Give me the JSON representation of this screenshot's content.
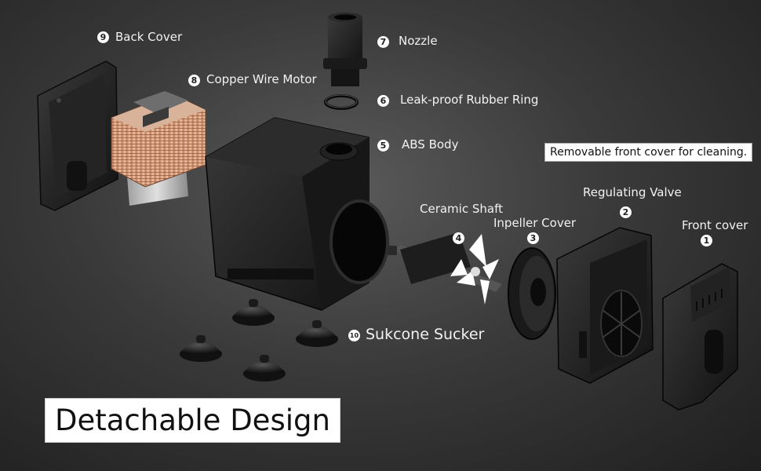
{
  "parts": {
    "p1": {
      "num": "1",
      "label": "Front cover"
    },
    "p2": {
      "num": "2",
      "label": "Regulating Valve"
    },
    "p3": {
      "num": "3",
      "label": "Inpeller Cover"
    },
    "p4": {
      "num": "4",
      "label": "Ceramic Shaft"
    },
    "p5": {
      "num": "5",
      "label": "ABS Body"
    },
    "p6": {
      "num": "6",
      "label": "Leak-proof Rubber Ring"
    },
    "p7": {
      "num": "7",
      "label": "Nozzle"
    },
    "p8": {
      "num": "8",
      "label": "Copper Wire Motor"
    },
    "p9": {
      "num": "9",
      "label": "Back Cover"
    },
    "p10": {
      "num": "10",
      "label": "Sukcone Sucker"
    }
  },
  "note": "Removable front cover for cleaning.",
  "headline": "Detachable Design",
  "colors": {
    "body": "#1c1c1c",
    "copper": "#d9a07c",
    "impeller": "#ffffff",
    "text": "#f2f2f2"
  }
}
